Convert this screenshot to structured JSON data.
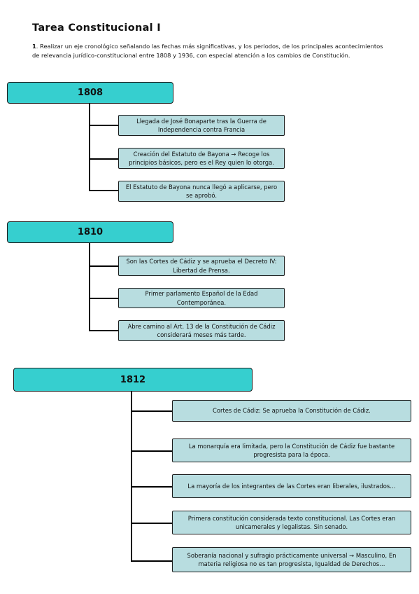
{
  "title": "Tarea Constitucional I",
  "intro": {
    "number": "1",
    "text": ". Realizar un eje cronológico señalando las fechas más significativas, y los periodos, de los principales acontecimientos de relevancia jurídico-constitucional entre 1808 y 1936, con especial atención a los cambios de Constitución."
  },
  "sections": [
    {
      "year": "1808",
      "items": [
        "Llegada de José Bonaparte tras la Guerra de Independencia contra Francia",
        "Creación del Estatuto de Bayona → Recoge los principios básicos, pero es el Rey quien lo otorga.",
        "El Estatuto de Bayona nunca llegó a aplicarse, pero se aprobó."
      ]
    },
    {
      "year": "1810",
      "items": [
        "Son las Cortes de Cádiz y se aprueba el Decreto IV: Libertad de Prensa.",
        "Primer parlamento Español de la Edad Contemporánea.",
        "Abre camino al Art. 13 de la Constitución de Cádiz considerará meses más tarde."
      ]
    },
    {
      "year": "1812",
      "items": [
        "Cortes de Cádiz: Se aprueba la Constitución de Cádiz.",
        "La monarquía era limitada, pero la Constitución de Cádiz fue bastante progresista para la época.",
        "La mayoría de los integrantes de las Cortes eran liberales, ilustrados…",
        "Primera constitución considerada texto constitucional. Las Cortes eran unicamerales y legalistas. Sin senado.",
        "Soberanía nacional y sufragio prácticamente universal → Masculino, En materia religiosa no es tan progresista, Igualdad de Derechos…"
      ]
    }
  ]
}
